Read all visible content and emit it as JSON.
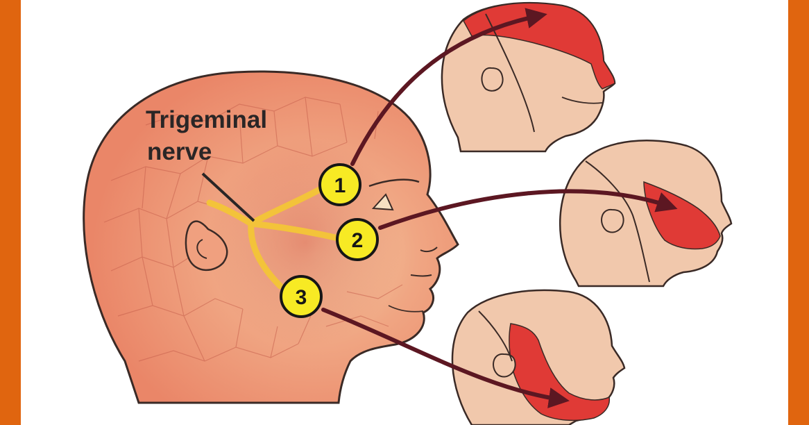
{
  "diagram": {
    "label_line1": "Trigeminal",
    "label_line2": "nerve",
    "branches": [
      {
        "number": "1"
      },
      {
        "number": "2"
      },
      {
        "number": "3"
      }
    ]
  },
  "colors": {
    "frame_orange": "#e0650f",
    "skin_face": "#f0c9ad",
    "skin_main": "#ea8c6e",
    "nerve_yellow": "#f3c33a",
    "marker_yellow": "#f7ea24",
    "highlight_red": "#e03a36",
    "arrow_maroon": "#5c1722",
    "outline": "#3a2a26"
  }
}
